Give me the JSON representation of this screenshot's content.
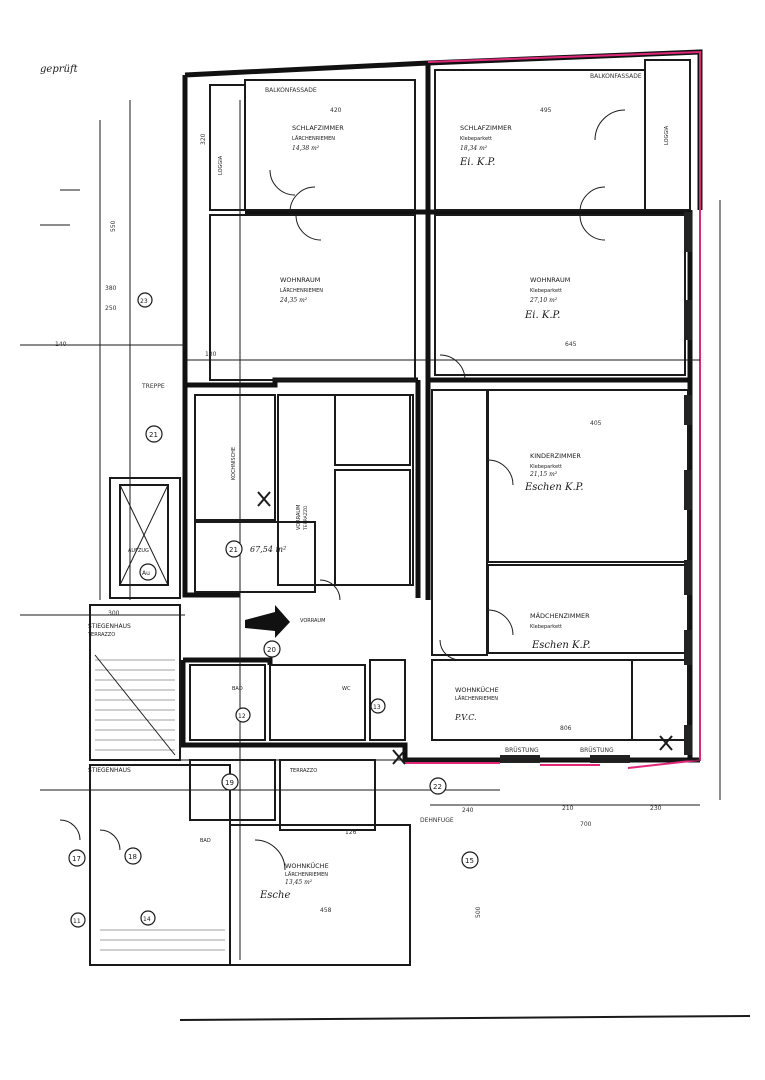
{
  "header": {
    "stamp": "geprüft"
  },
  "rooms": [
    {
      "id": "schlaf1",
      "name": "SCHLAFZIMMER",
      "floor": "LÄRCHENRIEMEN",
      "area": "14,38 m²",
      "note": ""
    },
    {
      "id": "schlaf2",
      "name": "SCHLAFZIMMER",
      "floor": "Klebeparkett",
      "area": "18,34 m²",
      "note": "Ei. K.P."
    },
    {
      "id": "wohn1",
      "name": "WOHNRAUM",
      "floor": "LÄRCHENRIEMEN",
      "area": "24,35 m²",
      "note": ""
    },
    {
      "id": "wohn2",
      "name": "WOHNRAUM",
      "floor": "Klebeparkett",
      "area": "27,10 m²",
      "note": "Ei. K.P."
    },
    {
      "id": "kinder",
      "name": "KINDERZIMMER",
      "floor": "Klebeparkett",
      "area": "21,15 m²",
      "note": "Eschen K.P."
    },
    {
      "id": "maedchen",
      "name": "MÄDCHENZIMMER",
      "floor": "Klebeparkett",
      "area": "",
      "note": "Eschen K.P."
    },
    {
      "id": "wohnkueche1",
      "name": "WOHNKÜCHE",
      "floor": "LÄRCHENRIEMEN",
      "area": "",
      "note": "P.V.C."
    },
    {
      "id": "kochnische",
      "name": "KOCHNISCHE",
      "floor": "",
      "area": "",
      "note": ""
    },
    {
      "id": "vorzimmer",
      "name": "VORRAUM",
      "floor": "TERRAZZO",
      "area": "",
      "note": ""
    },
    {
      "id": "wohnkueche2",
      "name": "WOHNKÜCHE",
      "floor": "LÄRCHENRIEMEN",
      "area": "13,45 m²",
      "note": "Esche"
    },
    {
      "id": "stiegenhaus1",
      "name": "STIEGENHAUS",
      "floor": "TERRAZZO",
      "area": "",
      "note": ""
    },
    {
      "id": "stiegenhaus2",
      "name": "STIEGENHAUS",
      "floor": "",
      "area": "",
      "note": ""
    },
    {
      "id": "loggia1",
      "name": "LOGGIA",
      "floor": "",
      "area": "",
      "note": ""
    },
    {
      "id": "loggia2",
      "name": "LOGGIA",
      "floor": "",
      "area": "",
      "note": ""
    },
    {
      "id": "bad1",
      "name": "BAD",
      "floor": "",
      "area": "",
      "note": ""
    },
    {
      "id": "bad2",
      "name": "BAD",
      "floor": "",
      "area": "",
      "note": ""
    },
    {
      "id": "aufzug",
      "name": "AUFZUG",
      "floor": "",
      "area": "",
      "note": ""
    },
    {
      "id": "vorraum2",
      "name": "VORRAUM",
      "floor": "TERRAZZO",
      "area": "",
      "note": ""
    },
    {
      "id": "wc",
      "name": "WC",
      "floor": "",
      "area": "",
      "note": ""
    }
  ],
  "unit_markers": [
    "21",
    "20",
    "19",
    "22",
    "17",
    "18",
    "15",
    "11",
    "14",
    "23",
    "12",
    "13"
  ],
  "unit_area": "67,54 m²",
  "dimensions": [
    "420",
    "495",
    "645",
    "405",
    "806",
    "550",
    "380",
    "500",
    "210",
    "320",
    "240",
    "700",
    "300",
    "250",
    "140",
    "126",
    "458",
    "130",
    "230"
  ],
  "side_labels": [
    "BALKONFASSADE",
    "DEHNFUGE",
    "TREPPE",
    "BRÜSTUNG"
  ]
}
